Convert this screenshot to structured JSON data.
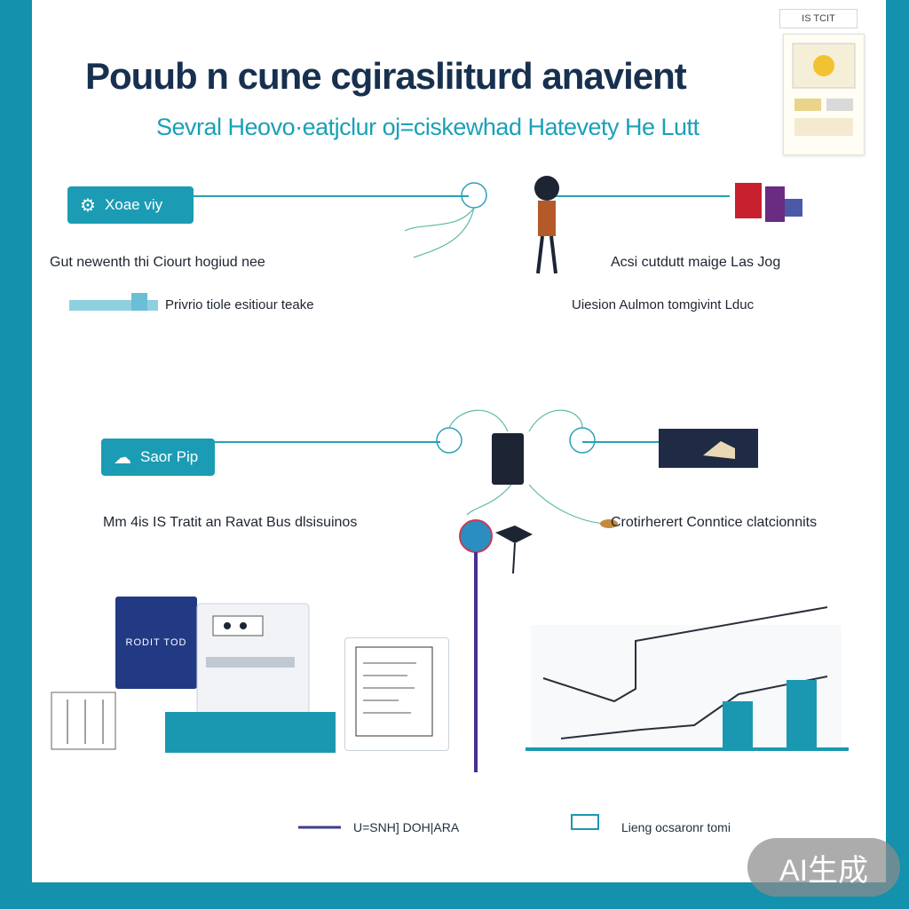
{
  "header": {
    "title": "Pouub n cune cgirasliiturd anavient",
    "subtitle": "Sevral Heovo·eatjclur oj=ciskewhad Hatevety He Lutt"
  },
  "badge": {
    "label": "IS TCIT"
  },
  "section1": {
    "pill_label": "Xoae viy",
    "left_caption_1": "Gut newenth thi Ciourt hogiud nee",
    "left_caption_2": "Privrio tiole esitiour teake",
    "right_caption_1": "Acsi cutdutt maige Las Jog",
    "right_caption_2": "Uiesion Aulmon tomgivint Lduc"
  },
  "section2": {
    "pill_label": "Saor Pip",
    "left_caption": "Mm 4is IS Tratit an Ravat Bus dlsisuinos",
    "right_caption": "Crotirherert Conntice clatcionnits"
  },
  "cards": {
    "navy_label": "RODIT TOD"
  },
  "footer": {
    "left_text": "U=SNH] DOH|ARA",
    "right_text": "Lieng ocsaronr tomi"
  },
  "watermark": {
    "label": "AI生成"
  },
  "colors": {
    "frame": "#1391ad",
    "accent_teal": "#1b9cb4",
    "title_navy": "#18304f",
    "navy_card": "#223a84",
    "purple_line": "#4a2f8f"
  },
  "icons": {
    "pill1_icon": "network-icon",
    "pill2_icon": "cloud-icon"
  }
}
